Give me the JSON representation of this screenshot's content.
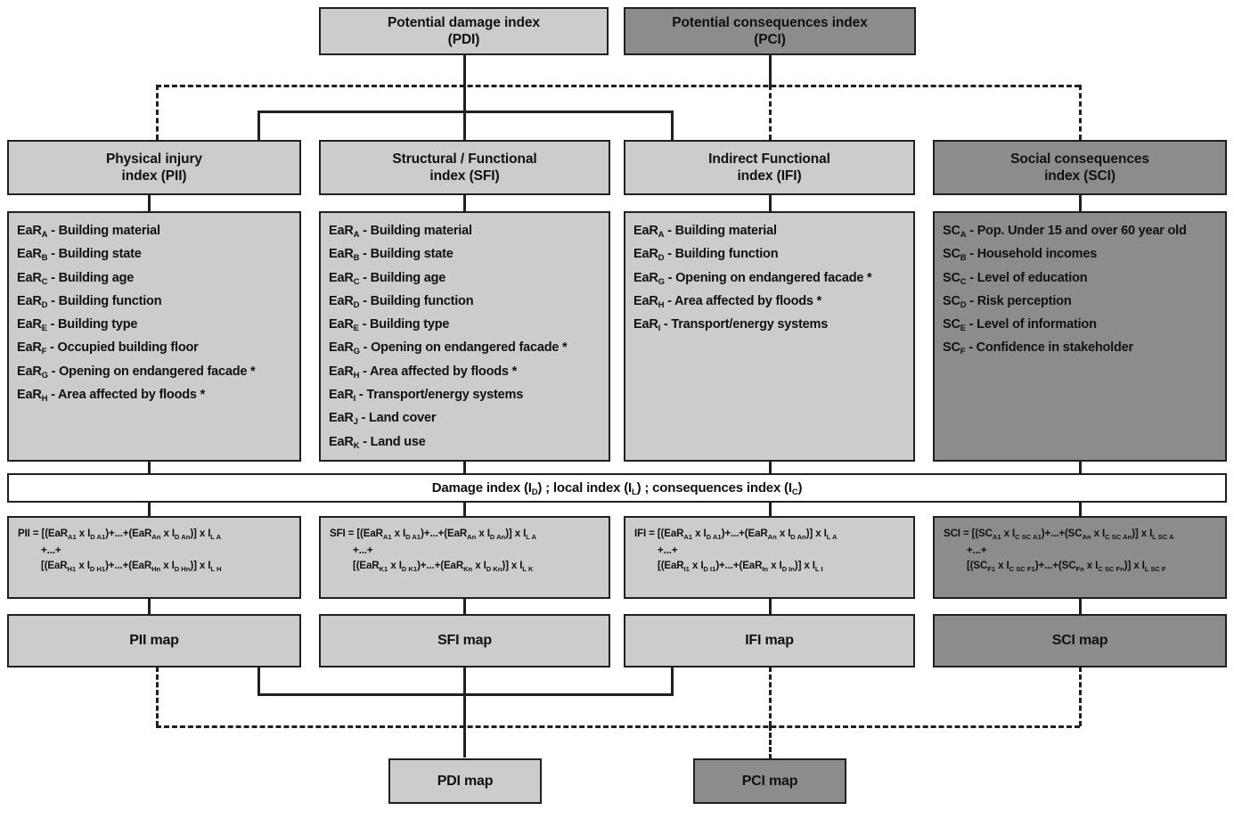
{
  "diagram": {
    "title": "Potential damage and consequences index methodology flowchart",
    "colors": {
      "light_gray": "#cccccc",
      "mid_gray": "#c9c9c9",
      "dark_gray": "#8c8c8c",
      "white": "#ffffff",
      "line": "#231f20"
    }
  },
  "top_row": [
    {
      "id": "pdi",
      "line1": "Potential damage index",
      "line2": "(PDI)",
      "tone": "light"
    },
    {
      "id": "pci",
      "line1": "Potential consequences index",
      "line2": "(PCI)",
      "tone": "dark"
    }
  ],
  "columns": [
    {
      "id": "pii",
      "header_line1": "Physical injury",
      "header_line2": "index (PII)",
      "tone": "light",
      "items": [
        {
          "prefix": "EaR",
          "sub": "A",
          "text": " - Building material"
        },
        {
          "prefix": "EaR",
          "sub": "B",
          "text": " - Building state"
        },
        {
          "prefix": "EaR",
          "sub": "C",
          "text": " - Building age"
        },
        {
          "prefix": "EaR",
          "sub": "D",
          "text": " - Building function"
        },
        {
          "prefix": "EaR",
          "sub": "E",
          "text": " - Building type"
        },
        {
          "prefix": "EaR",
          "sub": "F",
          "text": " - Occupied building floor"
        },
        {
          "prefix": "EaR",
          "sub": "G",
          "text": " - Opening on endangered facade *"
        },
        {
          "prefix": "EaR",
          "sub": "H",
          "text": " - Area affected by floods *"
        }
      ],
      "formula": {
        "line1": [
          {
            "t": "PII = [(EaR"
          },
          {
            "s": "A1"
          },
          {
            "t": " x I"
          },
          {
            "s": "D A1"
          },
          {
            "t": ")+...+(EaR"
          },
          {
            "s": "An"
          },
          {
            "t": " x I"
          },
          {
            "s": "D An"
          },
          {
            "t": ")] x I"
          },
          {
            "s": "L A"
          }
        ],
        "line2": [
          {
            "t": "+...+"
          }
        ],
        "line3": [
          {
            "t": "[(EaR"
          },
          {
            "s": "H1"
          },
          {
            "t": " x I"
          },
          {
            "s": "D  H1"
          },
          {
            "t": ")+...+(EaR"
          },
          {
            "s": "Hn"
          },
          {
            "t": " x I"
          },
          {
            "s": "D Hn"
          },
          {
            "t": ")] x I"
          },
          {
            "s": "L H"
          }
        ]
      },
      "map_label": "PII map"
    },
    {
      "id": "sfi",
      "header_line1": "Structural / Functional",
      "header_line2": "index (SFI)",
      "tone": "light",
      "items": [
        {
          "prefix": "EaR",
          "sub": "A",
          "text": " - Building material"
        },
        {
          "prefix": "EaR",
          "sub": "B",
          "text": " - Building state"
        },
        {
          "prefix": "EaR",
          "sub": "C",
          "text": " - Building age"
        },
        {
          "prefix": "EaR",
          "sub": "D",
          "text": " - Building function"
        },
        {
          "prefix": "EaR",
          "sub": "E",
          "text": " - Building type"
        },
        {
          "prefix": "EaR",
          "sub": "G",
          "text": " - Opening on endangered facade *"
        },
        {
          "prefix": "EaR",
          "sub": "H",
          "text": " - Area affected by floods *"
        },
        {
          "prefix": "EaR",
          "sub": "I",
          "text": " - Transport/energy systems"
        },
        {
          "prefix": "EaR",
          "sub": "J",
          "text": " - Land cover"
        },
        {
          "prefix": "EaR",
          "sub": "K",
          "text": " - Land use"
        }
      ],
      "formula": {
        "line1": [
          {
            "t": "SFI = [(EaR"
          },
          {
            "s": "A1"
          },
          {
            "t": " x I"
          },
          {
            "s": "D A1"
          },
          {
            "t": ")+...+(EaR"
          },
          {
            "s": "An"
          },
          {
            "t": " x I"
          },
          {
            "s": "D An"
          },
          {
            "t": ")] x I"
          },
          {
            "s": "L A"
          }
        ],
        "line2": [
          {
            "t": "+...+"
          }
        ],
        "line3": [
          {
            "t": "[(EaR"
          },
          {
            "s": "K1"
          },
          {
            "t": " x I"
          },
          {
            "s": "D K1"
          },
          {
            "t": ")+...+(EaR"
          },
          {
            "s": "Kn"
          },
          {
            "t": " x I"
          },
          {
            "s": "D Kn"
          },
          {
            "t": ")] x I"
          },
          {
            "s": "L K"
          }
        ]
      },
      "map_label": "SFI map"
    },
    {
      "id": "ifi",
      "header_line1": "Indirect Functional",
      "header_line2": "index (IFI)",
      "tone": "light",
      "items": [
        {
          "prefix": "EaR",
          "sub": "A",
          "text": " - Building material"
        },
        {
          "prefix": "EaR",
          "sub": "D",
          "text": " - Building function"
        },
        {
          "prefix": "EaR",
          "sub": "G",
          "text": " - Opening on endangered facade *"
        },
        {
          "prefix": "EaR",
          "sub": "H",
          "text": " - Area affected by floods *"
        },
        {
          "prefix": "EaR",
          "sub": "I",
          "text": " - Transport/energy systems"
        }
      ],
      "formula": {
        "line1": [
          {
            "t": "IFI = [(EaR"
          },
          {
            "s": "A1"
          },
          {
            "t": " x I"
          },
          {
            "s": "D A1"
          },
          {
            "t": ")+...+(EaR"
          },
          {
            "s": "An"
          },
          {
            "t": " x I"
          },
          {
            "s": "D An"
          },
          {
            "t": ")] x I"
          },
          {
            "s": "L A"
          }
        ],
        "line2": [
          {
            "t": "+...+"
          }
        ],
        "line3": [
          {
            "t": "[(EaR"
          },
          {
            "s": "I1"
          },
          {
            "t": " x I"
          },
          {
            "s": "D I1"
          },
          {
            "t": ")+...+(EaR"
          },
          {
            "s": "In"
          },
          {
            "t": " x I"
          },
          {
            "s": "D In"
          },
          {
            "t": ")] x I"
          },
          {
            "s": "L I"
          }
        ]
      },
      "map_label": "IFI map"
    },
    {
      "id": "sci",
      "header_line1": "Social consequences",
      "header_line2": "index (SCI)",
      "tone": "dark",
      "items": [
        {
          "prefix": "SC",
          "sub": "A",
          "text": " - Pop. Under 15 and over 60 year old"
        },
        {
          "prefix": "SC",
          "sub": "B",
          "text": " - Household incomes"
        },
        {
          "prefix": "SC",
          "sub": "C",
          "text": " - Level of education"
        },
        {
          "prefix": "SC",
          "sub": "D",
          "text": " - Risk perception"
        },
        {
          "prefix": "SC",
          "sub": "E",
          "text": " - Level of information"
        },
        {
          "prefix": "SC",
          "sub": "F",
          "text": " - Confidence in stakeholder"
        }
      ],
      "formula": {
        "line1": [
          {
            "t": "SCI = [(SC"
          },
          {
            "s": "A1"
          },
          {
            "t": " x I"
          },
          {
            "s": "C SC A1"
          },
          {
            "t": ")+...+(SC"
          },
          {
            "s": "An"
          },
          {
            "t": " x I"
          },
          {
            "s": "C SC An"
          },
          {
            "t": ")] x I"
          },
          {
            "s": "L SC A"
          }
        ],
        "line2": [
          {
            "t": "+...+"
          }
        ],
        "line3": [
          {
            "t": "[(SC"
          },
          {
            "s": "F1"
          },
          {
            "t": " x I"
          },
          {
            "s": "C SC F1"
          },
          {
            "t": ")+...+(SC"
          },
          {
            "s": "Fn"
          },
          {
            "t": " x I"
          },
          {
            "s": "C SC Fn"
          },
          {
            "t": ")] x I"
          },
          {
            "s": "L SC F"
          }
        ]
      },
      "map_label": "SCI map"
    }
  ],
  "index_banner": [
    {
      "t": "Damage index (I"
    },
    {
      "s": "D"
    },
    {
      "t": ") ; local  index (I"
    },
    {
      "s": "L"
    },
    {
      "t": ") ; consequences index (I"
    },
    {
      "s": "C"
    },
    {
      "t": ")"
    }
  ],
  "bottom_row": [
    {
      "id": "pdi-map",
      "label": "PDI map",
      "tone": "light"
    },
    {
      "id": "pci-map",
      "label": "PCI map",
      "tone": "dark"
    }
  ]
}
